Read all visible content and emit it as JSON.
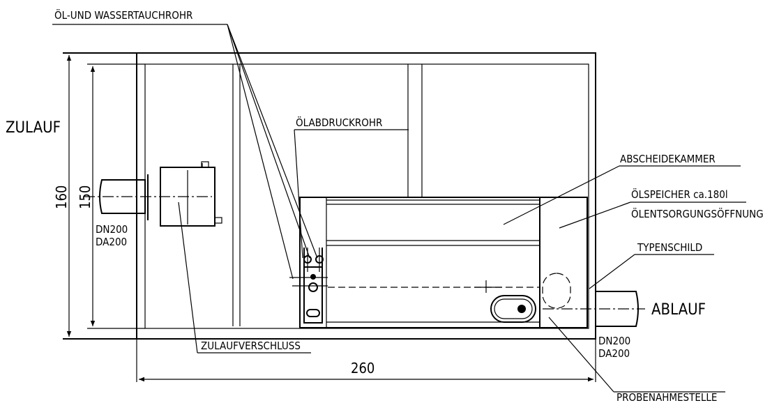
{
  "labels": {
    "oil_water_pipe": "ÖL-UND WASSERTAUCHROHR",
    "oil_pressure_pipe": "ÖLABDRUCKROHR",
    "separation_chamber": "ABSCHEIDEKAMMER",
    "oil_storage": "ÖLSPEICHER ca.180l",
    "oil_disposal_opening": "ÖLENTSORGUNGSÖFFNUNG",
    "type_plate": "TYPENSCHILD",
    "inlet": "ZULAUF",
    "outlet": "ABLAUF",
    "inlet_closure": "ZULAUFVERSCHLUSS",
    "sampling_point": "PROBENAHMESTELLE"
  },
  "inlet_spec": {
    "dn": "DN200",
    "da": "DA200"
  },
  "outlet_spec": {
    "dn": "DN200",
    "da": "DA200"
  },
  "dimensions": {
    "outer_height": "160",
    "inner_height": "150",
    "length": "260"
  }
}
